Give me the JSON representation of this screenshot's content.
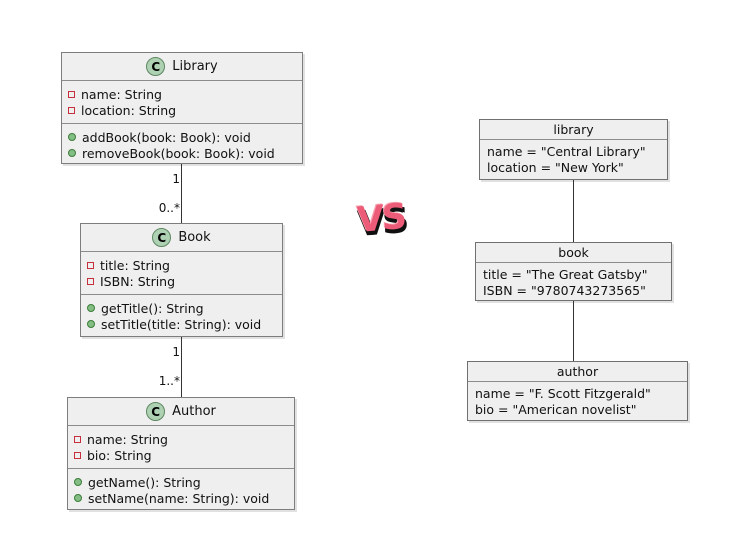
{
  "vs_label": "VS",
  "colors": {
    "box_fill": "#efefef",
    "box_border": "#7d7d7d",
    "class_icon_fill": "#add1b2",
    "class_icon_border": "#5e8760",
    "field_icon_border": "#c5303c",
    "method_icon_fill": "#84be84",
    "vs_pink": "#ec5c78",
    "vs_shadow": "#101010"
  },
  "class_diagram": {
    "classes": [
      {
        "stereotype": "C",
        "name": "Library",
        "attributes": [
          "name: String",
          "location: String"
        ],
        "methods": [
          "addBook(book: Book): void",
          "removeBook(book: Book): void"
        ]
      },
      {
        "stereotype": "C",
        "name": "Book",
        "attributes": [
          "title: String",
          "ISBN: String"
        ],
        "methods": [
          "getTitle(): String",
          "setTitle(title: String): void"
        ]
      },
      {
        "stereotype": "C",
        "name": "Author",
        "attributes": [
          "name: String",
          "bio: String"
        ],
        "methods": [
          "getName(): String",
          "setName(name: String): void"
        ]
      }
    ],
    "associations": [
      {
        "source_multiplicity": "1",
        "target_multiplicity": "0..*"
      },
      {
        "source_multiplicity": "1",
        "target_multiplicity": "1..*"
      }
    ]
  },
  "object_diagram": {
    "objects": [
      {
        "name": "library",
        "slots": [
          "name = \"Central Library\"",
          "location = \"New York\""
        ]
      },
      {
        "name": "book",
        "slots": [
          "title = \"The Great Gatsby\"",
          "ISBN = \"9780743273565\""
        ]
      },
      {
        "name": "author",
        "slots": [
          "name = \"F. Scott Fitzgerald\"",
          "bio = \"American novelist\""
        ]
      }
    ]
  }
}
